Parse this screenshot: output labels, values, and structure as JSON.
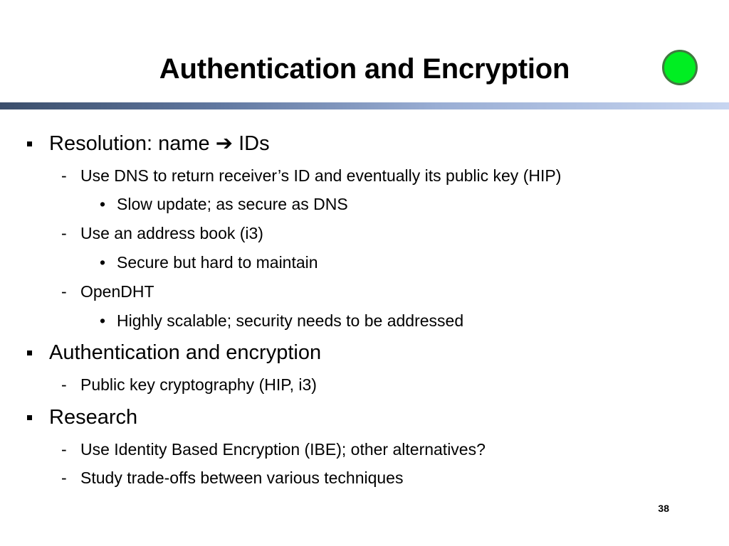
{
  "slide": {
    "title": "Authentication and Encryption",
    "page_number": "38",
    "accent_color": "#00ee22",
    "rule_gradient": [
      "#3b4e6b",
      "#c7d5f0"
    ],
    "bullets": [
      {
        "text": "Resolution: name",
        "arrow": "➔",
        "suffix": "IDs"
      },
      {
        "text": "Use DNS to return receiver’s ID and eventually its public key (HIP)"
      },
      {
        "text": "Slow update; as secure as DNS"
      },
      {
        "text": "Use an address book (i3)"
      },
      {
        "text": "Secure but hard to maintain"
      },
      {
        "text": "OpenDHT"
      },
      {
        "text": "Highly scalable; security needs to be addressed"
      },
      {
        "text": "Authentication and encryption"
      },
      {
        "text": "Public key cryptography (HIP, i3)"
      },
      {
        "text": "Research"
      },
      {
        "text": "Use Identity Based Encryption (IBE); other alternatives?"
      },
      {
        "text": "Study trade-offs between various techniques"
      }
    ],
    "markers": {
      "dash": "-",
      "dot": "•"
    }
  }
}
